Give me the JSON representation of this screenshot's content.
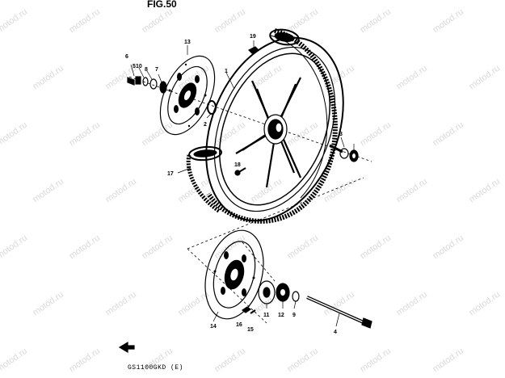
{
  "figure": {
    "title": "FIG.50",
    "model_code": "GS1100GKD (E)"
  },
  "watermark": "motod.ru",
  "callouts": [
    "1",
    "2",
    "3",
    "4",
    "5",
    "6",
    "7",
    "8",
    "9",
    "10",
    "11",
    "12",
    "13",
    "14",
    "15",
    "16",
    "17",
    "18",
    "19"
  ]
}
